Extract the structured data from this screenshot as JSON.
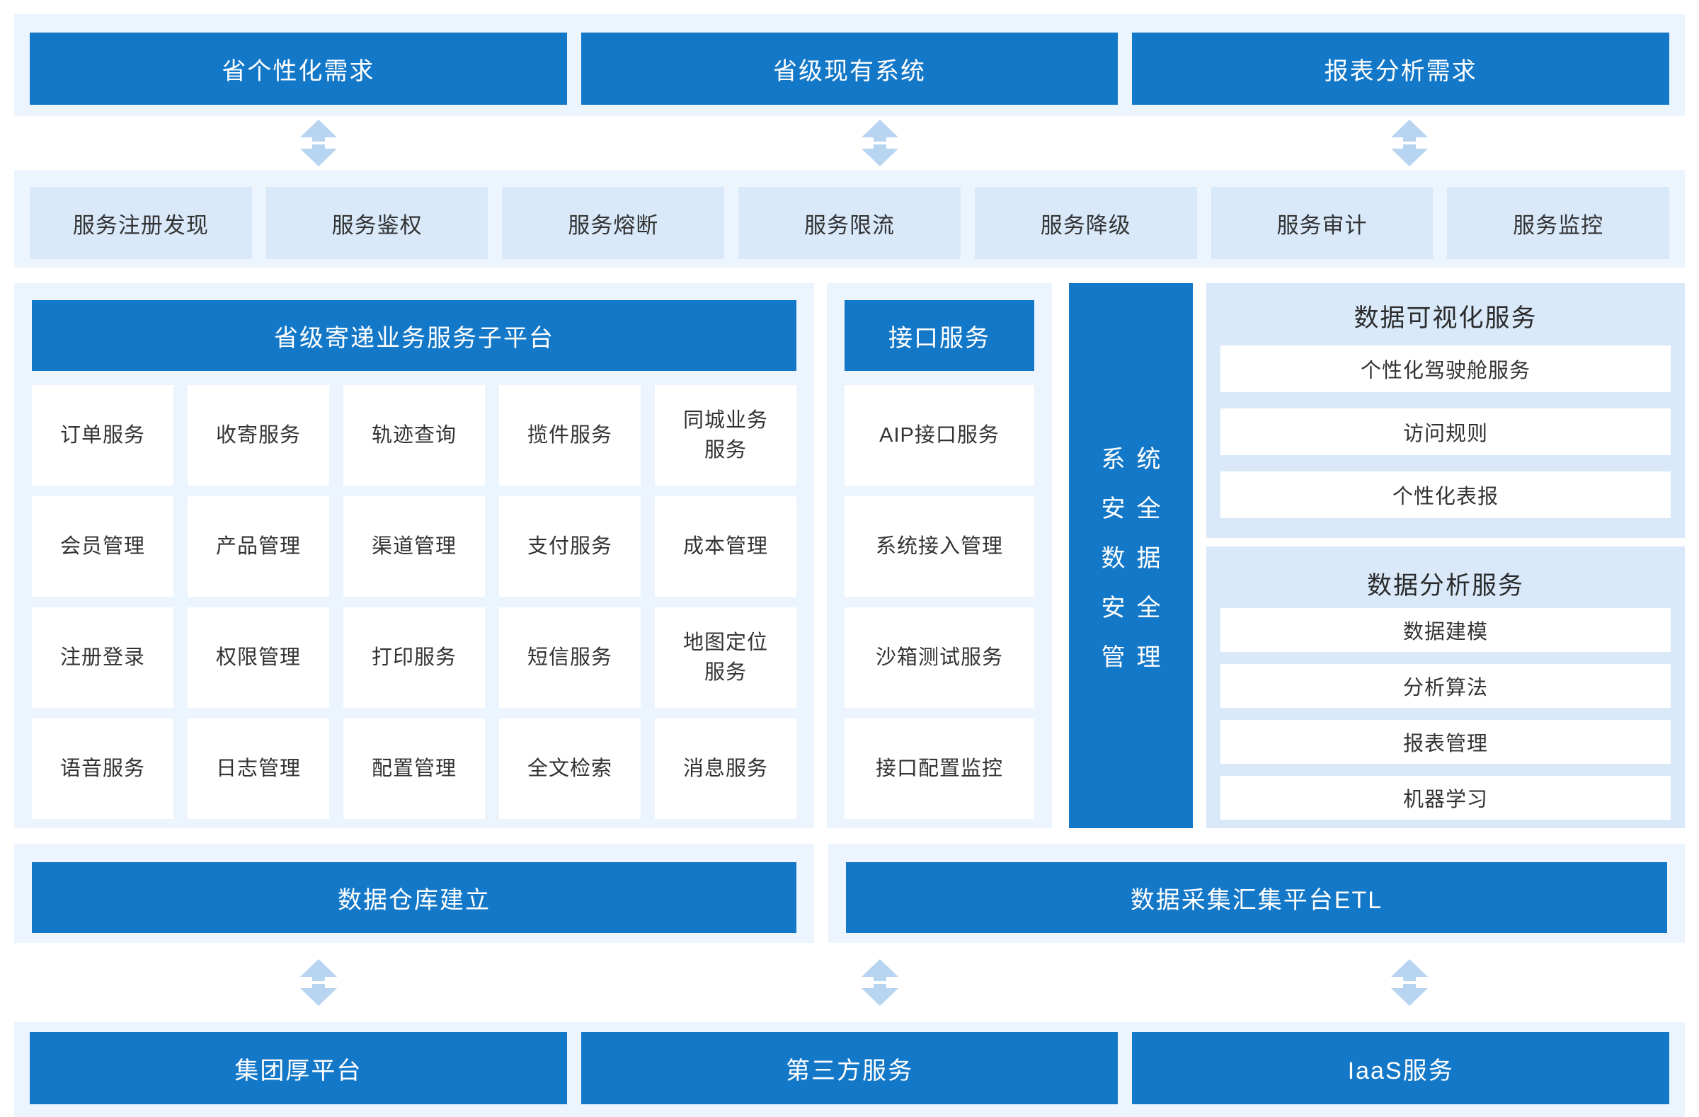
{
  "top": {
    "items": [
      {
        "label": "省个性化需求"
      },
      {
        "label": "省级现有系统"
      },
      {
        "label": "报表分析需求"
      }
    ]
  },
  "gateway": {
    "items": [
      "服务注册发现",
      "服务鉴权",
      "服务熔断",
      "服务限流",
      "服务降级",
      "服务审计",
      "服务监控"
    ]
  },
  "left": {
    "title": "省级寄递业务服务子平台",
    "cards": [
      "订单服务",
      "收寄服务",
      "轨迹查询",
      "揽件服务",
      "同城业务\n服务",
      "会员管理",
      "产品管理",
      "渠道管理",
      "支付服务",
      "成本管理",
      "注册登录",
      "权限管理",
      "打印服务",
      "短信服务",
      "地图定位\n服务",
      "语音服务",
      "日志管理",
      "配置管理",
      "全文检索",
      "消息服务"
    ]
  },
  "mid": {
    "title": "接口服务",
    "cards": [
      "AIP接口服务",
      "系统接入管理",
      "沙箱测试服务",
      "接口配置监控"
    ]
  },
  "bar": {
    "lines": [
      "系统",
      "安全",
      "数据",
      "安全",
      "管理"
    ]
  },
  "right": {
    "viz": {
      "title": "数据可视化服务",
      "rows": [
        "个性化驾驶舱服务",
        "访问规则",
        "个性化表报"
      ]
    },
    "analysis": {
      "title": "数据分析服务",
      "rows": [
        "数据建模",
        "分析算法",
        "报表管理",
        "机器学习"
      ]
    }
  },
  "warehouse": {
    "label": "数据仓库建立"
  },
  "etl": {
    "label": "数据采集汇集平台ETL"
  },
  "bottom": {
    "items": [
      "集团厚平台",
      "第三方服务",
      "IaaS服务"
    ]
  },
  "colors": {
    "primary_blue": "#1478c9",
    "band_bg": "#ecf4fd",
    "box_bg": "#d9e9fa",
    "arrow_color": "#b7d4f0",
    "text_dark": "#333333",
    "text_white": "#ffffff"
  }
}
